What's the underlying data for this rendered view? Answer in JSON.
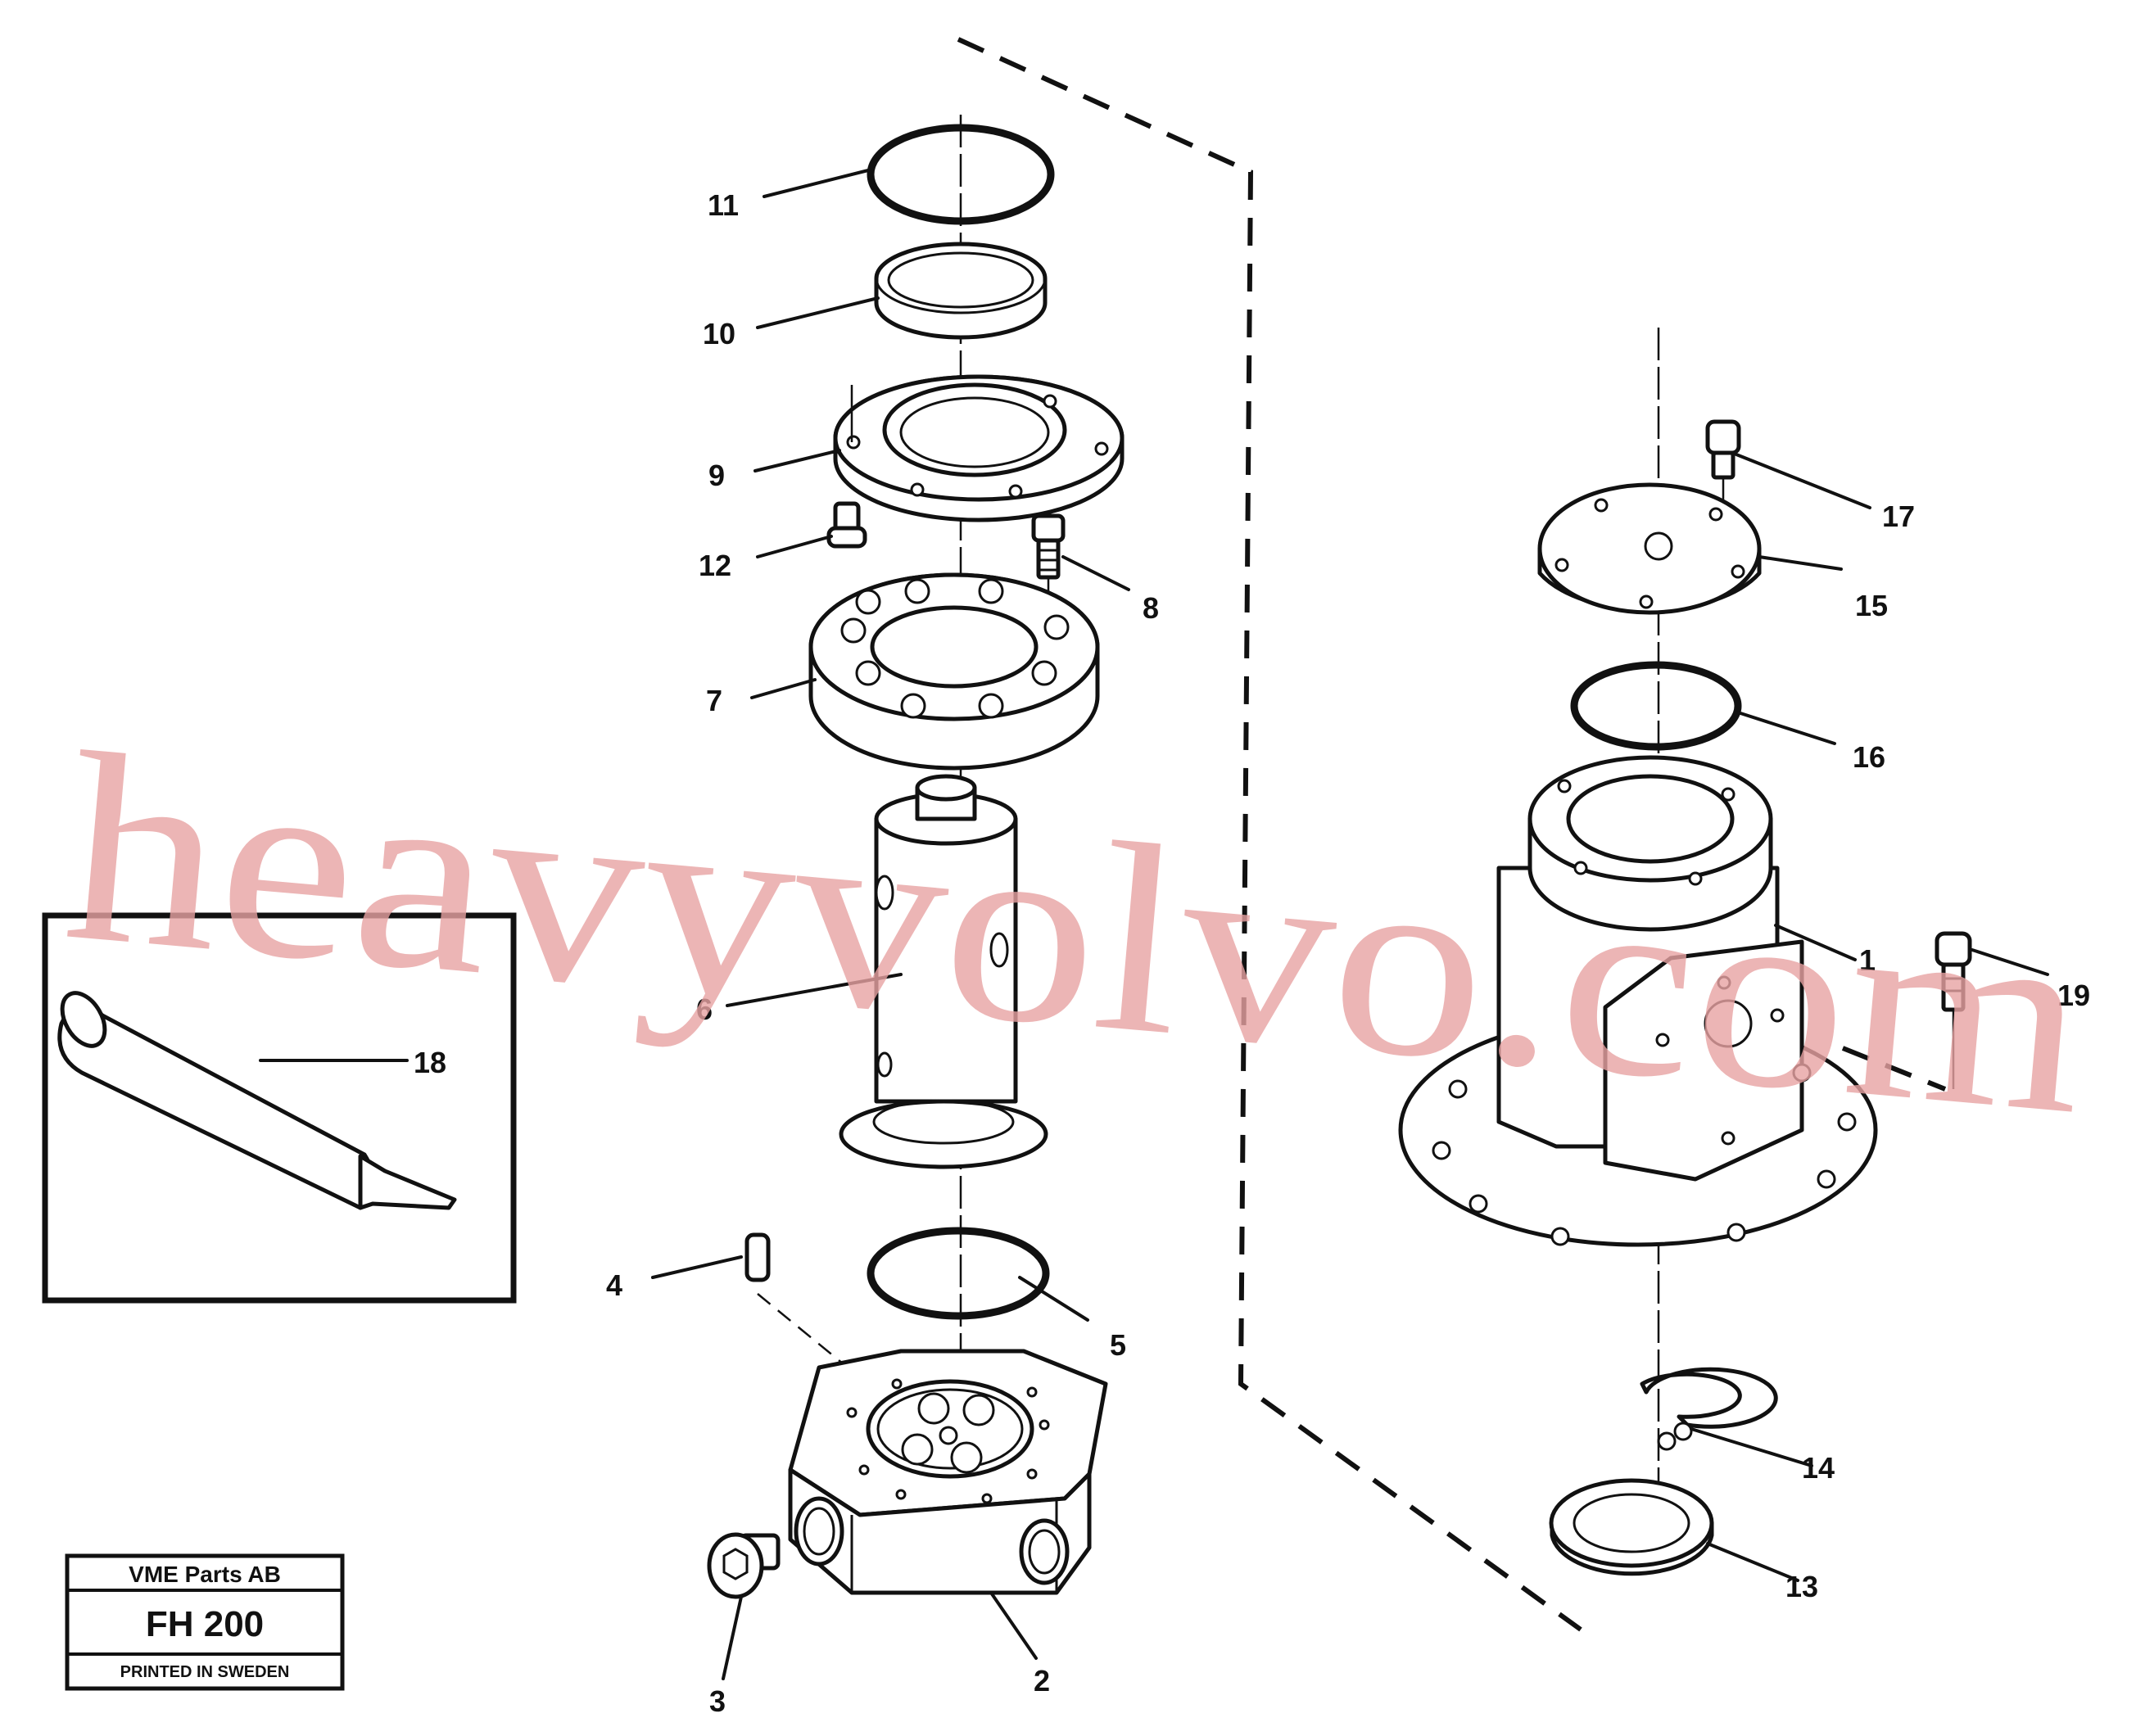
{
  "diagram": {
    "callouts": [
      "1",
      "2",
      "3",
      "4",
      "5",
      "6",
      "7",
      "8",
      "9",
      "10",
      "11",
      "12",
      "13",
      "14",
      "15",
      "16",
      "17",
      "18",
      "19"
    ],
    "watermark": "heavyvolvo.com"
  },
  "title_block": {
    "company": "VME Parts AB",
    "code": "FH 200",
    "note": "PRINTED IN SWEDEN"
  }
}
